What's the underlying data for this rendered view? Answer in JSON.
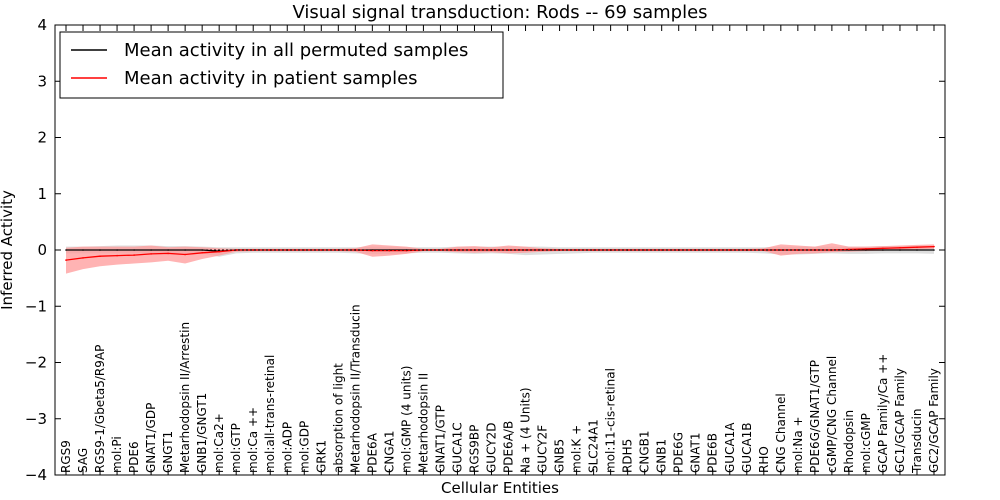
{
  "chart_data": {
    "type": "line",
    "title": "Visual signal transduction: Rods -- 69 samples",
    "xlabel": "Cellular Entities",
    "ylabel": "Inferred Activity",
    "ylim": [
      -4,
      4
    ],
    "yticks": [
      "4",
      "3",
      "2",
      "1",
      "0",
      "−1",
      "−2",
      "−3",
      "−4"
    ],
    "ytick_values": [
      4,
      3,
      2,
      1,
      0,
      -1,
      -2,
      -3,
      -4
    ],
    "grid": false,
    "legend_position": "top-left",
    "categories": [
      "RGS9",
      "SAG",
      "RGS9-1/Gbeta5/R9AP",
      "mol:Pi",
      "PDE6",
      "GNAT1/GDP",
      "GNGT1",
      "Metarhodopsin II/Arrestin",
      "GNB1/GNGT1",
      "mol:Ca2+",
      "mol:GTP",
      "mol:Ca ++",
      "mol:all-trans-retinal",
      "mol:ADP",
      "mol:GDP",
      "GRK1",
      "absorption of light",
      "Metarhodopsin II/Transducin",
      "PDE6A",
      "CNGA1",
      "mol:GMP (4 units)",
      "Metarhodopsin II",
      "GNAT1/GTP",
      "GUCA1C",
      "RGS9BP",
      "GUCY2D",
      "PDE6A/B",
      "Na + (4 Units)",
      "GUCY2F",
      "GNB5",
      "mol:K +",
      "SLC24A1",
      "mol:11-cis-retinal",
      "RDH5",
      "CNGB1",
      "GNB1",
      "PDE6G",
      "GNAT1",
      "PDE6B",
      "GUCA1A",
      "GUCA1B",
      "RHO",
      "CNG Channel",
      "mol:Na +",
      "PDE6G/GNAT1/GTP",
      "cGMP/CNG Channel",
      "Rhodopsin",
      "mol:cGMP",
      "GCAP Family/Ca ++",
      "GC1/GCAP Family",
      "Transducin",
      "GC2/GCAP Family"
    ],
    "series": [
      {
        "name": "Mean activity in all permuted samples",
        "color": "#000000",
        "band_color": "#c8c8c8",
        "values": [
          0.0,
          0.0,
          0.0,
          0.0,
          0.0,
          0.0,
          0.0,
          0.0,
          0.0,
          -0.02,
          0.0,
          0.0,
          0.0,
          0.0,
          0.0,
          0.0,
          0.0,
          0.0,
          0.0,
          0.0,
          0.0,
          0.0,
          0.0,
          0.0,
          0.0,
          0.0,
          0.0,
          0.0,
          0.0,
          0.0,
          0.0,
          0.0,
          0.0,
          0.0,
          0.0,
          0.0,
          0.0,
          0.0,
          0.0,
          0.0,
          0.0,
          0.0,
          0.0,
          0.0,
          0.0,
          0.0,
          0.0,
          0.0,
          0.0,
          0.0,
          0.0,
          0.0
        ],
        "band_lower": [
          -0.06,
          -0.06,
          -0.06,
          -0.06,
          -0.06,
          -0.06,
          -0.06,
          -0.06,
          -0.06,
          -0.12,
          -0.06,
          -0.05,
          -0.05,
          -0.05,
          -0.05,
          -0.05,
          -0.05,
          -0.06,
          -0.07,
          -0.07,
          -0.06,
          -0.05,
          -0.05,
          -0.06,
          -0.07,
          -0.06,
          -0.07,
          -0.09,
          -0.08,
          -0.07,
          -0.06,
          -0.05,
          -0.05,
          -0.05,
          -0.05,
          -0.05,
          -0.05,
          -0.05,
          -0.05,
          -0.05,
          -0.05,
          -0.06,
          -0.08,
          -0.08,
          -0.07,
          -0.06,
          -0.07,
          -0.07,
          -0.06,
          -0.06,
          -0.06,
          -0.07
        ],
        "band_upper": [
          0.06,
          0.06,
          0.07,
          0.08,
          0.08,
          0.08,
          0.07,
          0.07,
          0.06,
          0.05,
          0.05,
          0.05,
          0.05,
          0.05,
          0.05,
          0.05,
          0.05,
          0.05,
          0.06,
          0.06,
          0.05,
          0.05,
          0.05,
          0.06,
          0.06,
          0.06,
          0.06,
          0.06,
          0.06,
          0.05,
          0.05,
          0.05,
          0.05,
          0.05,
          0.05,
          0.05,
          0.05,
          0.05,
          0.05,
          0.05,
          0.05,
          0.05,
          0.06,
          0.06,
          0.06,
          0.06,
          0.06,
          0.06,
          0.07,
          0.07,
          0.07,
          0.07
        ]
      },
      {
        "name": "Mean activity in patient samples",
        "color": "#ff0000",
        "band_color": "#ff9999",
        "values": [
          -0.18,
          -0.14,
          -0.11,
          -0.1,
          -0.09,
          -0.07,
          -0.06,
          -0.08,
          -0.05,
          -0.03,
          0.0,
          0.0,
          0.0,
          0.0,
          0.0,
          0.0,
          0.0,
          0.0,
          -0.01,
          -0.01,
          -0.01,
          0.0,
          0.0,
          0.0,
          0.0,
          0.0,
          0.0,
          0.0,
          0.0,
          0.0,
          0.0,
          0.0,
          0.0,
          0.0,
          0.0,
          0.0,
          0.0,
          0.0,
          0.0,
          0.0,
          0.0,
          0.0,
          0.0,
          0.0,
          0.0,
          0.0,
          0.01,
          0.02,
          0.03,
          0.04,
          0.05,
          0.06
        ],
        "band_lower": [
          -0.42,
          -0.34,
          -0.29,
          -0.26,
          -0.24,
          -0.22,
          -0.19,
          -0.24,
          -0.16,
          -0.1,
          -0.03,
          -0.02,
          -0.02,
          -0.02,
          -0.02,
          -0.02,
          -0.02,
          -0.03,
          -0.12,
          -0.1,
          -0.07,
          -0.02,
          -0.02,
          -0.04,
          -0.05,
          -0.04,
          -0.06,
          -0.05,
          -0.03,
          -0.02,
          -0.02,
          -0.02,
          -0.02,
          -0.02,
          -0.02,
          -0.02,
          -0.02,
          -0.02,
          -0.02,
          -0.02,
          -0.02,
          -0.02,
          -0.1,
          -0.07,
          -0.06,
          -0.04,
          -0.03,
          -0.02,
          -0.01,
          0.0,
          0.01,
          0.02
        ],
        "band_upper": [
          0.04,
          0.06,
          0.06,
          0.06,
          0.06,
          0.08,
          0.05,
          0.06,
          0.05,
          0.03,
          0.02,
          0.02,
          0.02,
          0.02,
          0.02,
          0.02,
          0.02,
          0.03,
          0.1,
          0.08,
          0.06,
          0.02,
          0.02,
          0.06,
          0.07,
          0.05,
          0.08,
          0.06,
          0.03,
          0.02,
          0.02,
          0.02,
          0.02,
          0.02,
          0.02,
          0.02,
          0.02,
          0.02,
          0.02,
          0.02,
          0.02,
          0.03,
          0.1,
          0.08,
          0.06,
          0.12,
          0.06,
          0.06,
          0.07,
          0.08,
          0.09,
          0.1
        ]
      }
    ]
  }
}
